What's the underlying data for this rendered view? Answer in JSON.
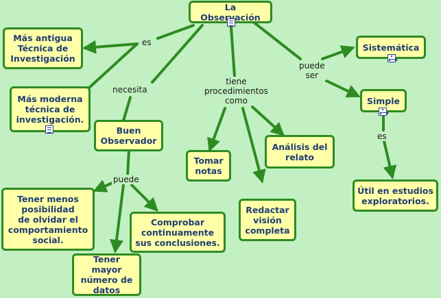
{
  "nodes": {
    "observacion": "La Observación",
    "mas_antigua": "Más antigua\nTécnica de\nInvestigación",
    "mas_moderna": "Más moderna\ntécnica de\ninvestigación.",
    "buen_observador": "Buen\nObservador",
    "tener_menos": "Tener menos\nposibilidad\nde olvidar el\ncomportamiento\nsocial.",
    "tener_mayor": "Tener mayor\nnúmero de\ndatos",
    "comprobar": "Comprobar\ncontinuamente\nsus conclusiones.",
    "tomar_notas": "Tomar\nnotas",
    "redactar": "Redactar\nvisión\ncompleta",
    "analisis": "Análisis del\nrelato",
    "sistematica": "Sistemática",
    "simple": "Simple",
    "util": "Útil en estudios\nexploratorios."
  },
  "links": {
    "es": "es",
    "necesita": "necesita",
    "tiene": "tiene\nprocedimientos\ncomo",
    "puede_ser": "puede\nser",
    "puede": "puede",
    "es2": "es"
  },
  "icons": {
    "observacion": "document-icon",
    "mas_moderna": "document-icon",
    "sistematica": "concept-map-icon",
    "simple": "concept-map-icon"
  },
  "colors": {
    "background": "#c2f0c2",
    "node_fill": "#ffffa8",
    "node_border": "#2e8b22",
    "node_text": "#1f3d73",
    "connector": "#2e8b22"
  }
}
